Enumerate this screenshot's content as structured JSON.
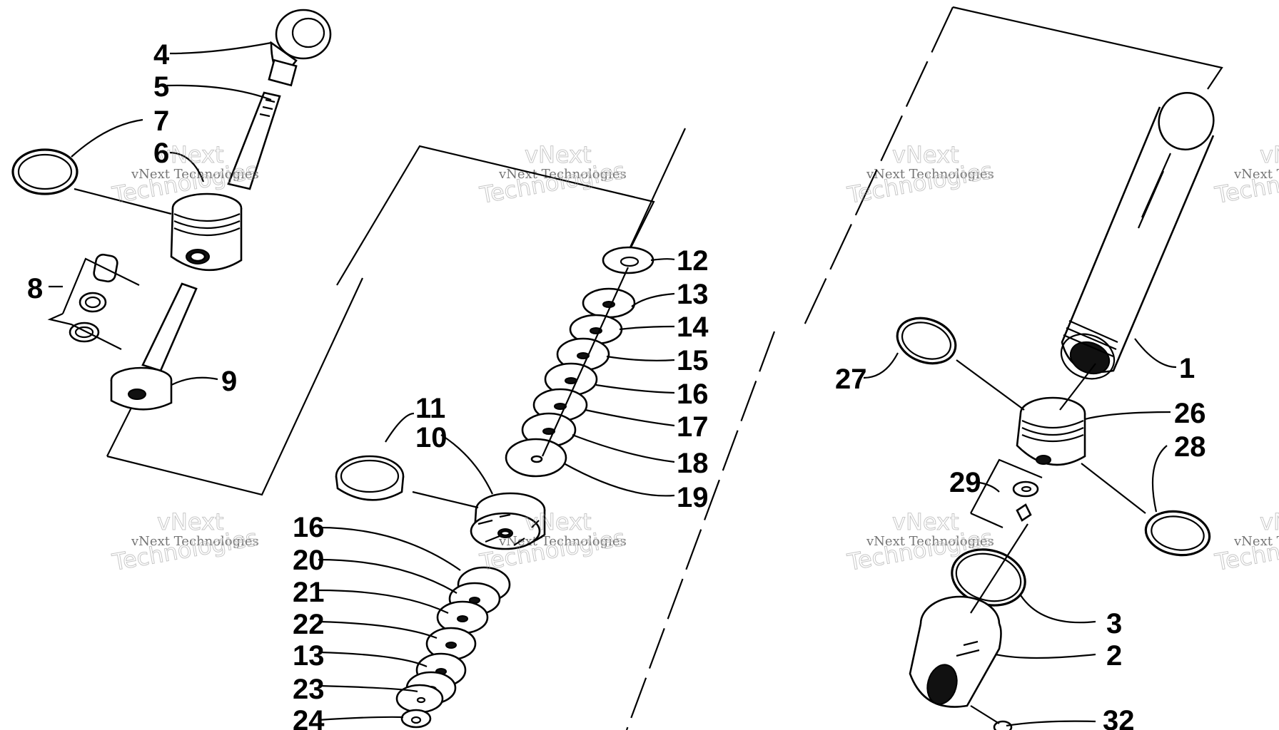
{
  "callouts": [
    {
      "id": "c4",
      "text": "4"
    },
    {
      "id": "c5",
      "text": "5"
    },
    {
      "id": "c7",
      "text": "7"
    },
    {
      "id": "c6",
      "text": "6"
    },
    {
      "id": "c8",
      "text": "8"
    },
    {
      "id": "c9",
      "text": "9"
    },
    {
      "id": "c12",
      "text": "12"
    },
    {
      "id": "c13a",
      "text": "13"
    },
    {
      "id": "c14",
      "text": "14"
    },
    {
      "id": "c15",
      "text": "15"
    },
    {
      "id": "c16a",
      "text": "16"
    },
    {
      "id": "c17",
      "text": "17"
    },
    {
      "id": "c18",
      "text": "18"
    },
    {
      "id": "c19",
      "text": "19"
    },
    {
      "id": "c11",
      "text": "11"
    },
    {
      "id": "c10",
      "text": "10"
    },
    {
      "id": "c16b",
      "text": "16"
    },
    {
      "id": "c20",
      "text": "20"
    },
    {
      "id": "c21",
      "text": "21"
    },
    {
      "id": "c22",
      "text": "22"
    },
    {
      "id": "c13b",
      "text": "13"
    },
    {
      "id": "c23",
      "text": "23"
    },
    {
      "id": "c24",
      "text": "24"
    },
    {
      "id": "c1",
      "text": "1"
    },
    {
      "id": "c27",
      "text": "27"
    },
    {
      "id": "c26",
      "text": "26"
    },
    {
      "id": "c28",
      "text": "28"
    },
    {
      "id": "c29",
      "text": "29"
    },
    {
      "id": "c3",
      "text": "3"
    },
    {
      "id": "c2",
      "text": "2"
    },
    {
      "id": "c32",
      "text": "32"
    }
  ],
  "watermark": {
    "line1": "vNext Technologies",
    "line2": "vNext",
    "line3": "Technologies"
  }
}
